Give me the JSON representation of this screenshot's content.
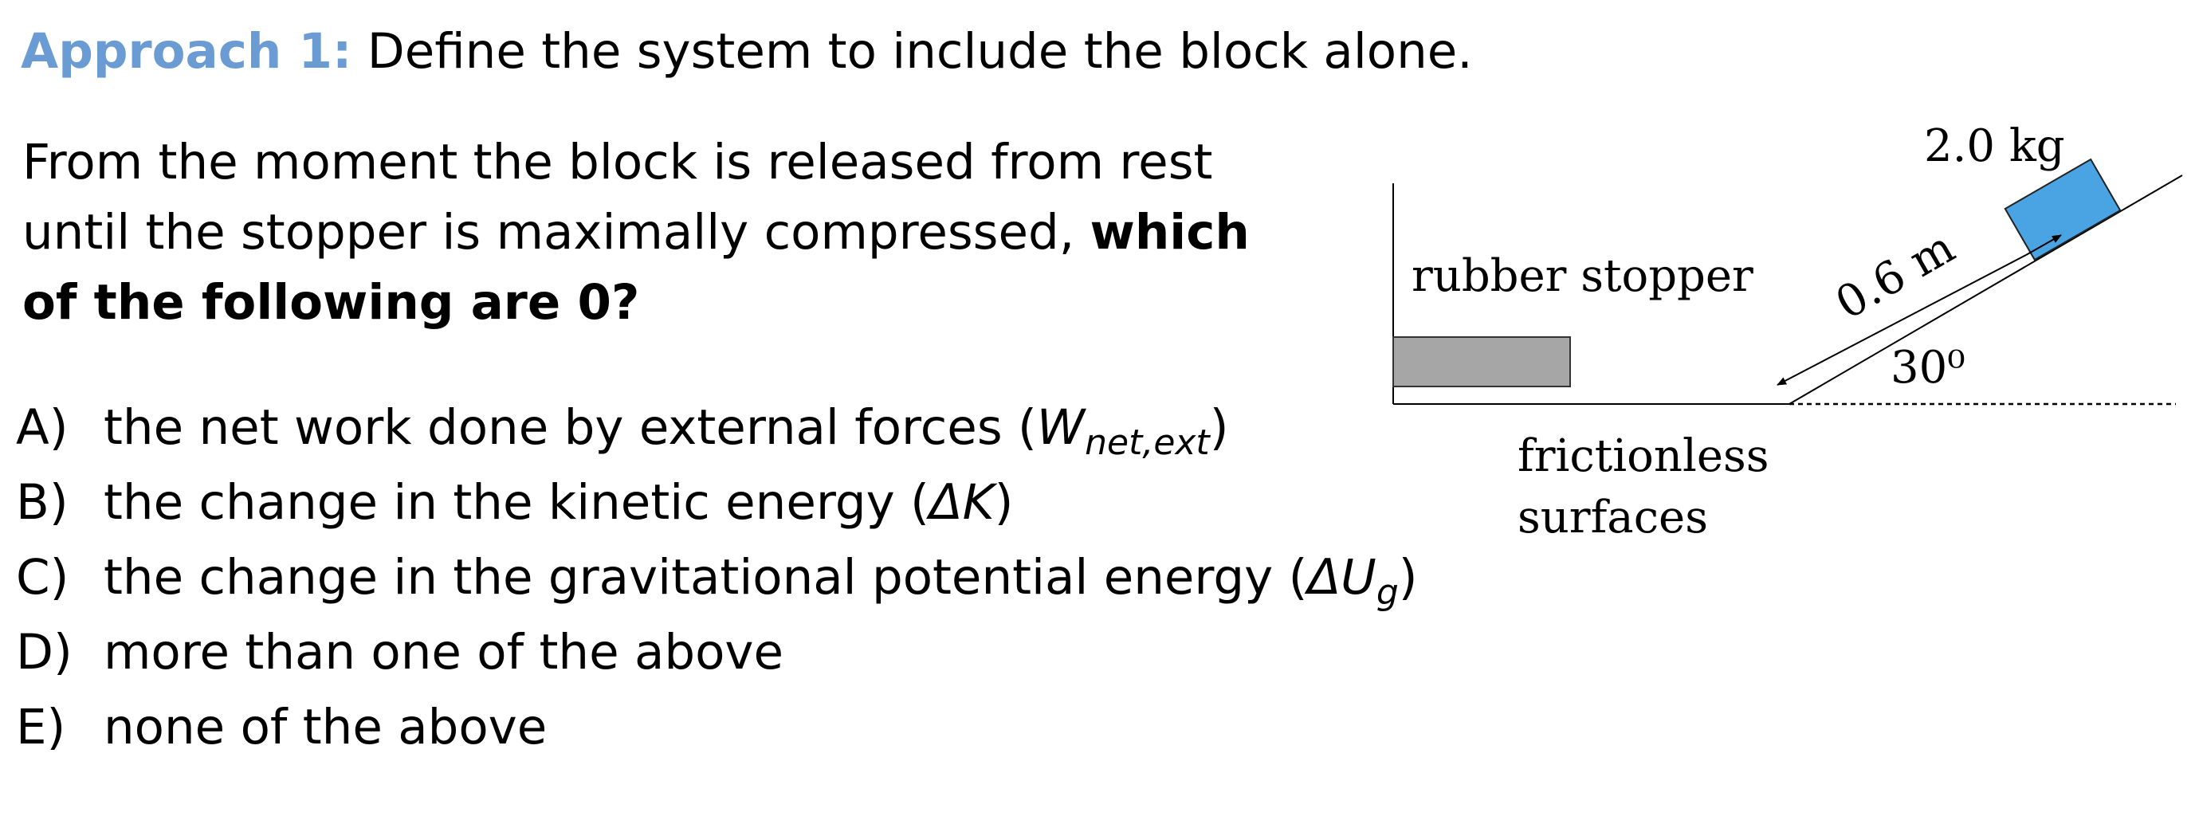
{
  "title": {
    "lead": "Approach 1:",
    "rest": " Define the system to include the block alone."
  },
  "question": {
    "line1": "From the moment the block is released from rest",
    "line2_plain": "until the stopper is maximally compressed, ",
    "line2_bold": "which",
    "line3_bold": "of the following are 0?"
  },
  "options": [
    {
      "letter": "A)",
      "text": "the net work done by external forces (",
      "symbol": "W",
      "subscript": "net,ext",
      "close": ")"
    },
    {
      "letter": "B)",
      "text": "the change in the kinetic energy (",
      "symbol": "ΔK",
      "close": ")"
    },
    {
      "letter": "C)",
      "text": "the change in the gravitational potential energy (",
      "symbol": "ΔU",
      "subscript": "g",
      "close": ")"
    },
    {
      "letter": "D)",
      "text": "more than one of the above"
    },
    {
      "letter": "E)",
      "text": "none of the above"
    }
  ],
  "diagram": {
    "mass_label": "2.0 kg",
    "stopper_label": "rubber stopper",
    "distance_label": "0.6 m",
    "angle_label": "30⁰",
    "surface_label_line1": "frictionless",
    "surface_label_line2": "surfaces",
    "block_color": "#4aa3e3",
    "stopper_color": "#a6a6a6"
  }
}
